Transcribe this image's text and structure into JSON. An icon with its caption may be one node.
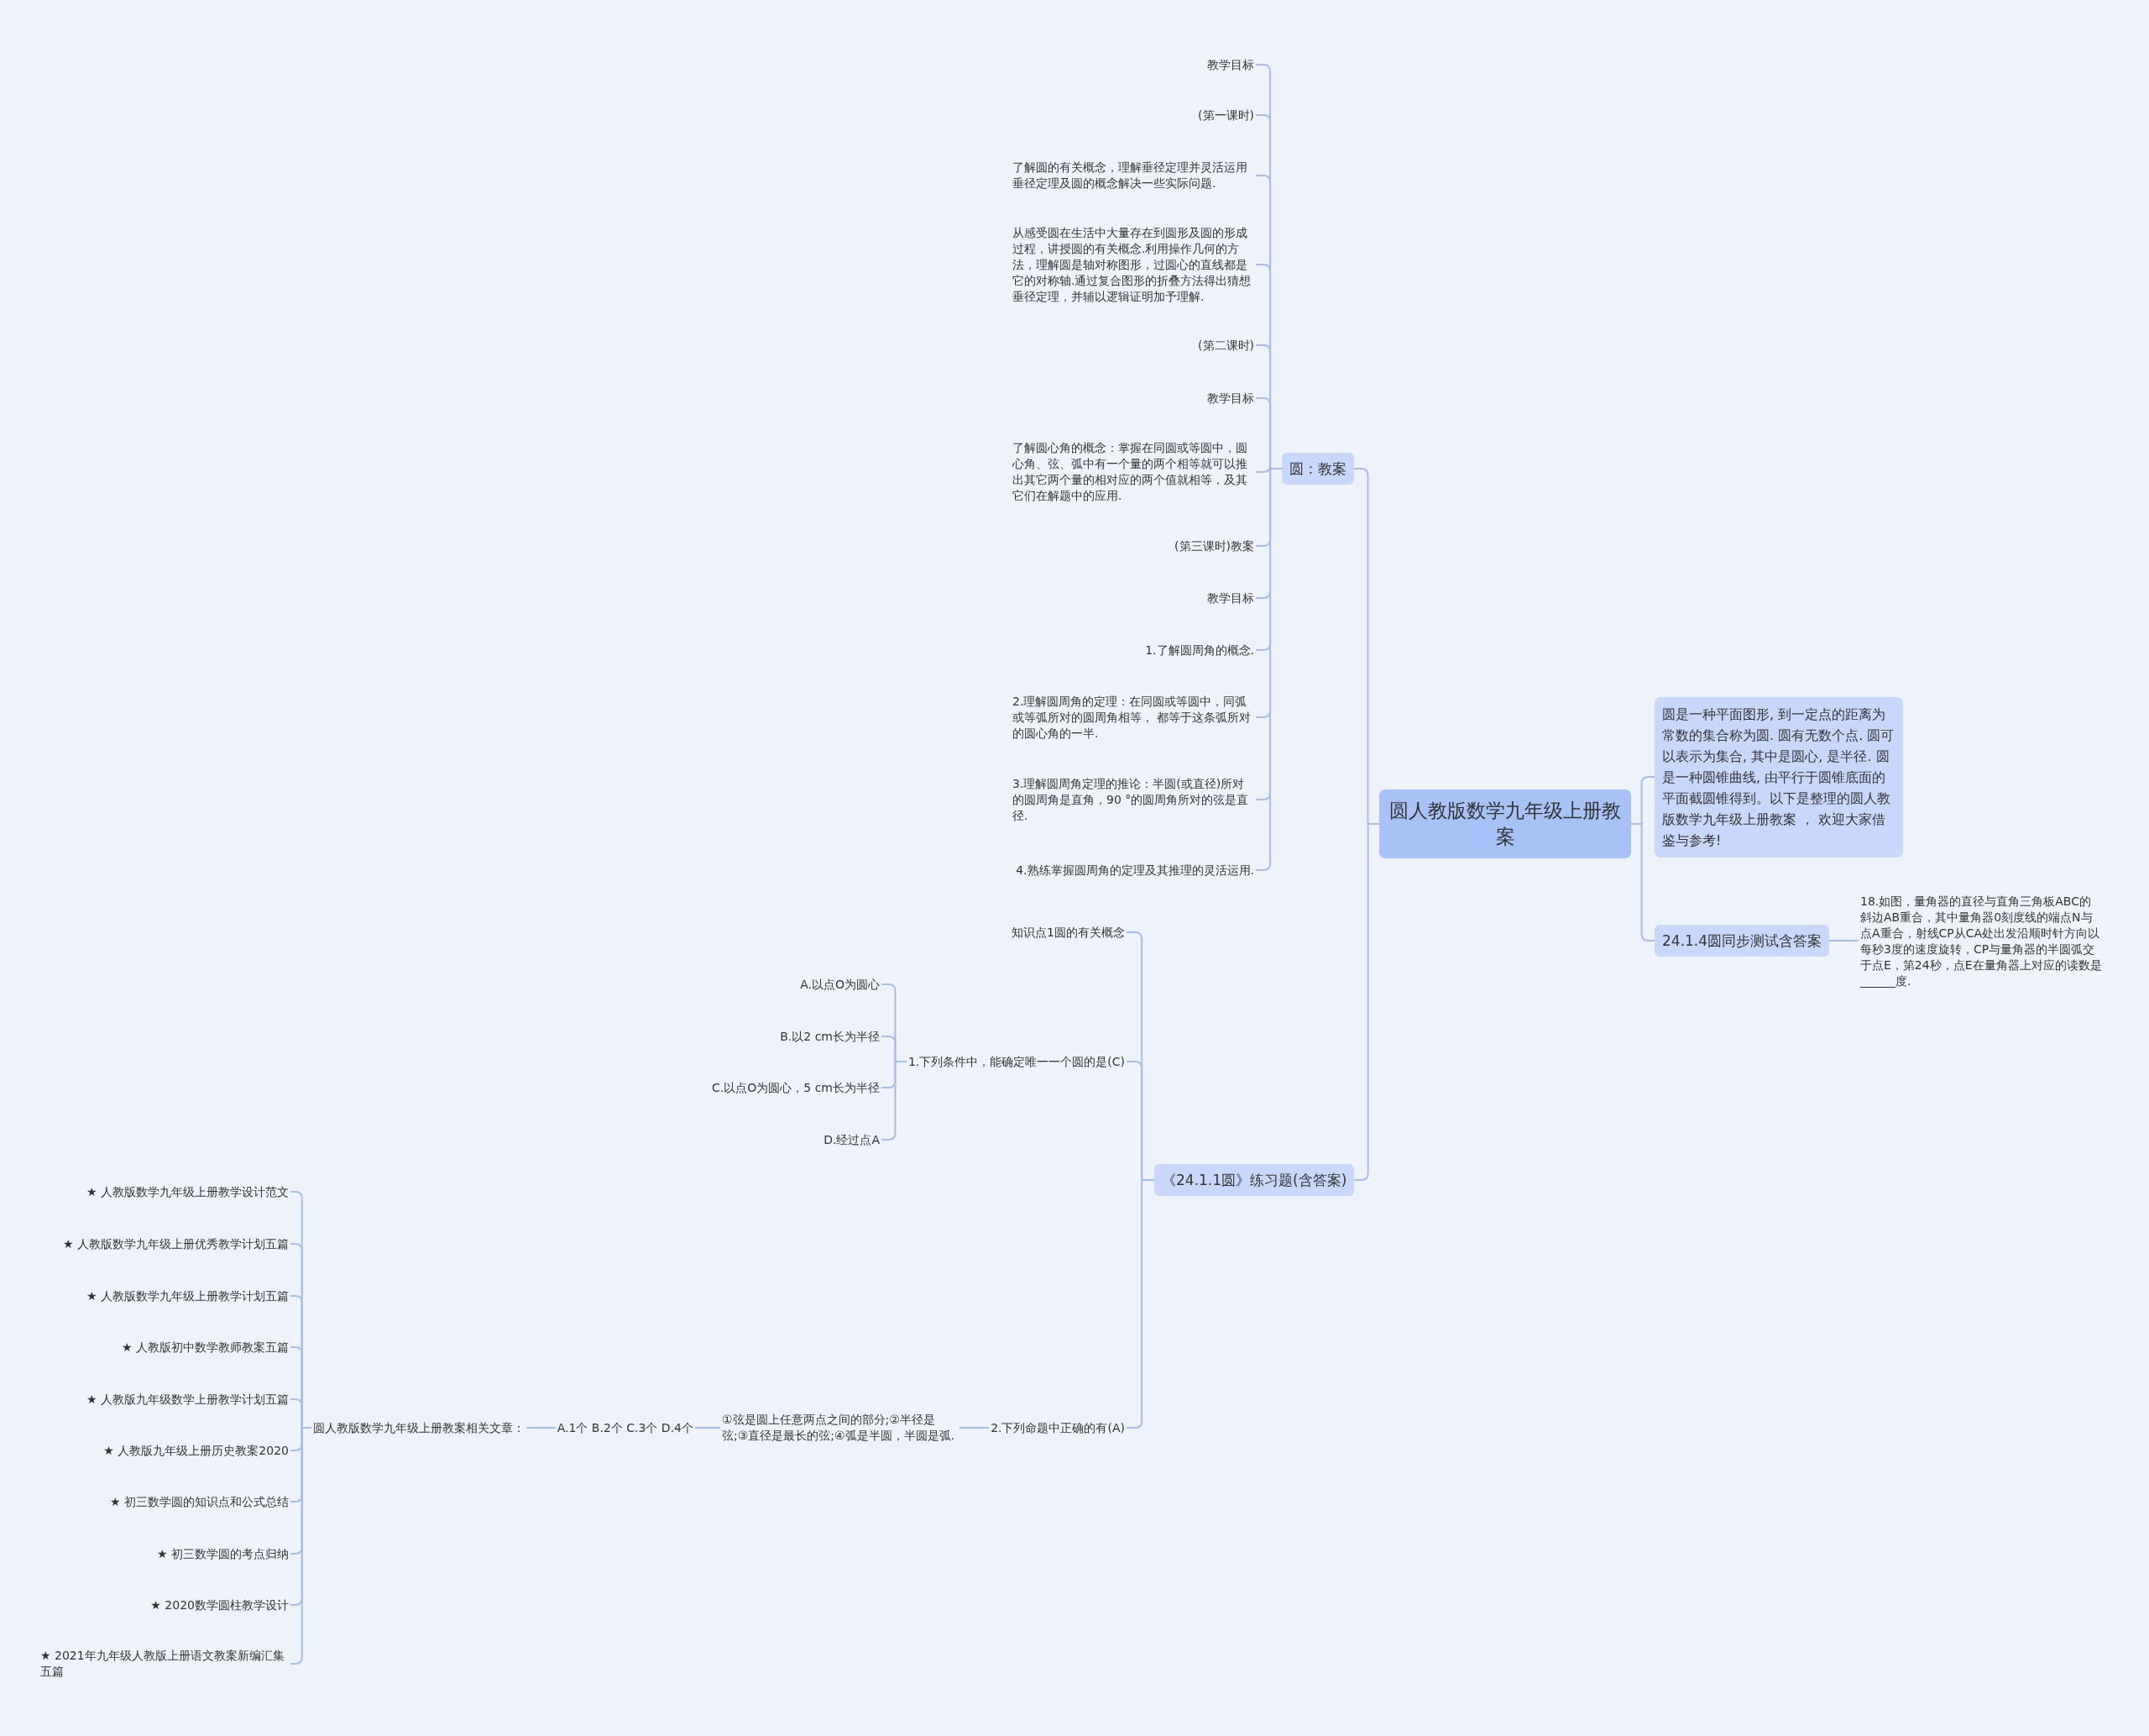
{
  "diagram": {
    "nodes": [
      {
        "text": [
          "圆人教版数学九年级上册教案"
        ]
      },
      {
        "text": [
          "圆：教案"
        ]
      },
      {
        "text": [
          "教学目标"
        ]
      },
      {
        "text": [
          "(第一课时)"
        ]
      },
      {
        "text": [
          "了解圆的有关概念，理解垂径定理并灵活运用垂径定理及圆的概念解决一些实际问题."
        ]
      },
      {
        "text": [
          "从感受圆在生活中大量存在到圆形及圆的形成过程，讲授圆的有关概念.利用操作几何的方法，理解圆是轴对称图形，过圆心的直线都是它的对称轴.通过复合图形的折叠方法得出猜想垂径定理，并辅以逻辑证明加予理解."
        ]
      },
      {
        "text": [
          "(第二课时)"
        ]
      },
      {
        "text": [
          "教学目标"
        ]
      },
      {
        "text": [
          "了解圆心角的概念：掌握在同圆或等圆中，圆心角、弦、弧中有一个量的两个相等就可以推出其它两个量的相对应的两个值就相等，及其它们在解题中的应用."
        ]
      },
      {
        "text": [
          "(第三课时)教案"
        ]
      },
      {
        "text": [
          "教学目标"
        ]
      },
      {
        "text": [
          "1.了解圆周角的概念."
        ]
      },
      {
        "text": [
          "2.理解圆周角的定理：在同圆或等圆中，同弧或等弧所对的圆周角相等， 都等于这条弧所对的圆心角的一半."
        ]
      },
      {
        "text": [
          "3.理解圆周角定理的推论：半圆(或直径)所对的圆周角是直角，90 °的圆周角所对的弦是直径."
        ]
      },
      {
        "text": [
          "4.熟练掌握圆周角的定理及其推理的灵活运用."
        ]
      },
      {
        "text": [
          "《24.1.1圆》练习题(含答案)"
        ]
      },
      {
        "text": [
          "知识点1圆的有关概念"
        ]
      },
      {
        "text": [
          "1.下列条件中，能确定唯一一个圆的是(C)"
        ]
      },
      {
        "text": [
          "A.以点O为圆心"
        ]
      },
      {
        "text": [
          "B.以2 cm长为半径"
        ]
      },
      {
        "text": [
          "C.以点O为圆心，5 cm长为半径"
        ]
      },
      {
        "text": [
          "D.经过点A"
        ]
      },
      {
        "text": [
          "2.下列命题中正确的有(A)"
        ]
      },
      {
        "text": [
          "①弦是圆上任意两点之间的部分;②半径是弦;③直径是最长的弦;④弧是半圆，半圆是弧."
        ]
      },
      {
        "text": [
          "A.1个 B.2个 C.3个 D.4个"
        ]
      },
      {
        "text": [
          "圆人教版数学九年级上册教案相关文章："
        ]
      },
      {
        "text": [
          "★ 人教版数学九年级上册教学设计范文"
        ]
      },
      {
        "text": [
          "★ 人教版数学九年级上册优秀教学计划五篇"
        ]
      },
      {
        "text": [
          "★ 人教版数学九年级上册教学计划五篇"
        ]
      },
      {
        "text": [
          "★ 人教版初中数学教师教案五篇"
        ]
      },
      {
        "text": [
          "★ 人教版九年级数学上册教学计划五篇"
        ]
      },
      {
        "text": [
          "★ 人教版九年级上册历史教案2020"
        ]
      },
      {
        "text": [
          "★ 初三数学圆的知识点和公式总结"
        ]
      },
      {
        "text": [
          "★ 初三数学圆的考点归纳"
        ]
      },
      {
        "text": [
          "★ 2020数学圆柱教学设计"
        ]
      },
      {
        "text": [
          "★ 2021年九年级人教版上册语文教案新编汇集五篇"
        ]
      },
      {
        "text": [
          "圆是一种平面图形, 到一定点的距离为常数的集合称为圆. 圆有无数个点. 圆可以表示为集合, 其中是圆心, 是半径. 圆是一种圆锥曲线, 由平行于圆锥底面的平面截圆锥得到。以下是整理的圆人教版数学九年级上册教案 ， 欢迎大家借鉴与参考!"
        ]
      },
      {
        "text": [
          "24.1.4圆同步测试含答案"
        ]
      },
      {
        "text": [
          "18.如图，量角器的直径与直角三角板ABC的斜边AB重合，其中量角器0刻度线的端点N与点A重合，射线CP从CA处出发沿顺时针方向以每秒3度的速度旋转，CP与量角器的半圆弧交于点E，第24秒，点E在量角器上对应的读数是______度."
        ]
      }
    ],
    "edges": [
      {
        "from": 0,
        "to": 1,
        "arrow": "none"
      },
      {
        "from": 1,
        "to": 2,
        "arrow": "none"
      },
      {
        "from": 1,
        "to": 3,
        "arrow": "none"
      },
      {
        "from": 1,
        "to": 4,
        "arrow": "none"
      },
      {
        "from": 1,
        "to": 5,
        "arrow": "none"
      },
      {
        "from": 1,
        "to": 6,
        "arrow": "none"
      },
      {
        "from": 1,
        "to": 7,
        "arrow": "none"
      },
      {
        "from": 1,
        "to": 8,
        "arrow": "none"
      },
      {
        "from": 1,
        "to": 9,
        "arrow": "none"
      },
      {
        "from": 1,
        "to": 10,
        "arrow": "none"
      },
      {
        "from": 1,
        "to": 11,
        "arrow": "none"
      },
      {
        "from": 1,
        "to": 12,
        "arrow": "none"
      },
      {
        "from": 1,
        "to": 13,
        "arrow": "none"
      },
      {
        "from": 1,
        "to": 14,
        "arrow": "none"
      },
      {
        "from": 0,
        "to": 15,
        "arrow": "none"
      },
      {
        "from": 15,
        "to": 16,
        "arrow": "none"
      },
      {
        "from": 15,
        "to": 17,
        "arrow": "none"
      },
      {
        "from": 17,
        "to": 18,
        "arrow": "none"
      },
      {
        "from": 17,
        "to": 19,
        "arrow": "none"
      },
      {
        "from": 17,
        "to": 20,
        "arrow": "none"
      },
      {
        "from": 17,
        "to": 21,
        "arrow": "none"
      },
      {
        "from": 15,
        "to": 22,
        "arrow": "none"
      },
      {
        "from": 22,
        "to": 23,
        "arrow": "none"
      },
      {
        "from": 23,
        "to": 24,
        "arrow": "none"
      },
      {
        "from": 24,
        "to": 25,
        "arrow": "none"
      },
      {
        "from": 25,
        "to": 26,
        "arrow": "none"
      },
      {
        "from": 25,
        "to": 27,
        "arrow": "none"
      },
      {
        "from": 25,
        "to": 28,
        "arrow": "none"
      },
      {
        "from": 25,
        "to": 29,
        "arrow": "none"
      },
      {
        "from": 25,
        "to": 30,
        "arrow": "none"
      },
      {
        "from": 25,
        "to": 31,
        "arrow": "none"
      },
      {
        "from": 25,
        "to": 32,
        "arrow": "none"
      },
      {
        "from": 25,
        "to": 33,
        "arrow": "none"
      },
      {
        "from": 25,
        "to": 34,
        "arrow": "none"
      },
      {
        "from": 25,
        "to": 35,
        "arrow": "none"
      },
      {
        "from": 0,
        "to": 36,
        "arrow": "none"
      },
      {
        "from": 0,
        "to": 37,
        "arrow": "none"
      },
      {
        "from": 37,
        "to": 38,
        "arrow": "none"
      }
    ]
  }
}
